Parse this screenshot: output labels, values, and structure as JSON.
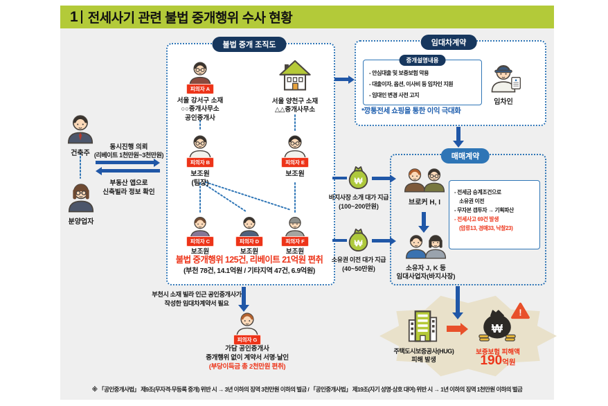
{
  "header": {
    "num": "1",
    "title": "전세사기 관련 불법 중개행위 수사 현황"
  },
  "colors": {
    "header_green": "#b3ca39",
    "navy_pill": "#17375e",
    "blue": "#2e75b6",
    "arrow_blue": "#2057a7",
    "red": "#ed3419",
    "orange_red_arrow": "#e8502a",
    "bg_gray": "#efefef",
    "starburst_beige": "#e9e1ca",
    "money_bag_green": "#aec93c"
  },
  "orgchart": {
    "title": "불법 중개 조직도",
    "officeA": {
      "badge": "피의자 A",
      "lines": [
        "서울 강서구 소재",
        "○○중개사무소",
        "공인중개사"
      ]
    },
    "officeHouse": {
      "lines": [
        "서울 양천구 소재",
        "△△중개사무소"
      ]
    },
    "suspectB": {
      "badge": "피의자 B",
      "label": "보조원",
      "sub": "(팀장)"
    },
    "suspectE": {
      "badge": "피의자 E",
      "label": "보조원"
    },
    "suspectC": {
      "badge": "피의자 C",
      "label": "보조원"
    },
    "suspectD": {
      "badge": "피의자 D",
      "label": "보조원"
    },
    "suspectF": {
      "badge": "피의자 F",
      "label": "보조원"
    },
    "summary": "불법 중개행위 125건, 리베이트 21억원 편취",
    "summary_detail": "(부천 78건, 14.1억원 / 기타지역 47건, 6.9억원)"
  },
  "left": {
    "builder_label": "건축주",
    "seller_label": "분양업자",
    "req1": "동시진행 의뢰",
    "req2": "(리베이트 1천만원~3천만원)",
    "info1": "부동산 앱으로",
    "info2": "신축빌라 정보 확인"
  },
  "lease": {
    "title": "임대차계약",
    "inner_title": "중개설명내용",
    "items": [
      "- 안심대출 및 보증보험 악용",
      "- 대출이자, 옵션, 이사비 등 임차인 지원",
      "- 임대인 변경 사전 고지"
    ],
    "tenant_label": "임차인",
    "note": "*깡통전세 쇼핑을 통한 이익 극대화"
  },
  "sale": {
    "title": "매매계약",
    "broker_label": "브로커 H, I",
    "items_black": [
      "- 전세금 승계조건으로",
      "소유권 이전",
      "- 무자본 갭투자 → 기획파산"
    ],
    "items_red": [
      "- 전세사고 69건 발생",
      "(압류13, 경매33, 낙찰23)"
    ],
    "owner_line1": "소유자 J, K 등",
    "owner_line2": "임대사업자(바지사장)"
  },
  "payments": {
    "pay1_line1": "바지사장 소개 대가 지급",
    "pay1_line2": "(100~200만원)",
    "pay2_line1": "소유권 이전 대가 지급",
    "pay2_line2": "(40~50만원)"
  },
  "bottom": {
    "req1": "부천시 소재 빌라 인근 공인중개사가",
    "req2": "작성한 임대차계약서 필요",
    "g_badge": "피의자 G",
    "g_line1": "가담 공인중개사",
    "g_line2": "중개행위 없이 계약서 서명·날인",
    "g_line3": "(부당이득금 총 2천만원 편취)"
  },
  "damage": {
    "hug_line1": "주택도시보증공사(HUG)",
    "hug_line2": "피해 발생",
    "label": "보증보험 피해액",
    "value": "190",
    "unit": "억원"
  },
  "footnote": {
    "text": "※ 「공인중개사법」 제9조(무자격·무등록 중개) 위반 시 → 3년 이하의 징역 3천만원 이하의 벌금 / 「공인중개사법」 제19조(자기 성명·상호 대여) 위반 시 → 1년 이하의 징역 1천만원 이하의 벌금"
  }
}
